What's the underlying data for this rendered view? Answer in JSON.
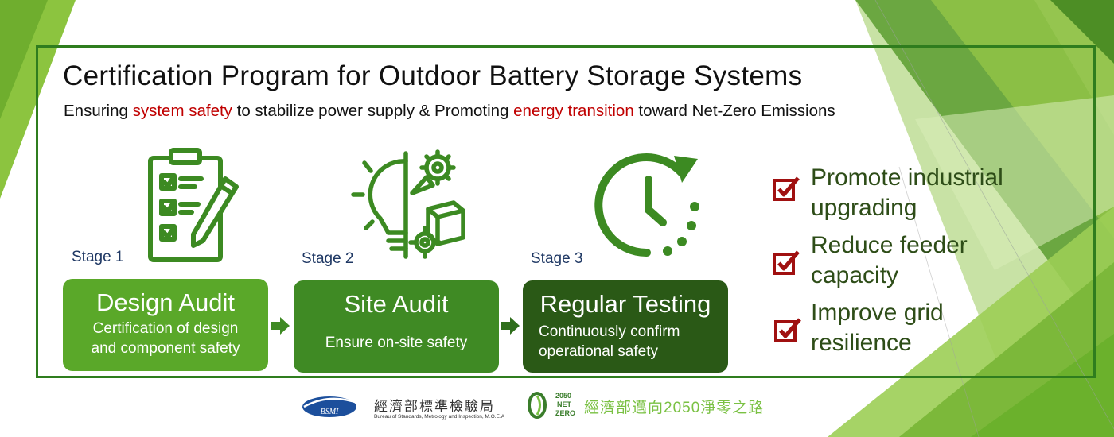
{
  "title": "Certification Program for Outdoor Battery Storage Systems",
  "subtitle": {
    "part1": "Ensuring ",
    "highlight1": "system safety",
    "part2": " to stabilize power supply & Promoting ",
    "highlight2": "energy transition",
    "part3": " toward Net-Zero Emissions"
  },
  "stages": [
    {
      "label": "Stage 1",
      "heading": "Design Audit",
      "desc": "Certification of design\nand component  safety",
      "color": "#5aa829"
    },
    {
      "label": "Stage 2",
      "heading": "Site Audit",
      "desc": "Ensure on-site safety",
      "color": "#3f8a24"
    },
    {
      "label": "Stage 3",
      "heading": "Regular Testing",
      "desc": "Continuously  confirm\noperational safety",
      "color": "#2a5916"
    }
  ],
  "benefits": [
    "Promote industrial\nupgrading",
    "Reduce feeder\ncapacity",
    "Improve grid\nresilience"
  ],
  "logos": {
    "bsmi_abbr": "BSMI",
    "bsmi_cn": "經濟部標準檢驗局",
    "bsmi_en": "Bureau of Standards, Metrology and Inspection, M.O.E.A",
    "netzero_year": "2050",
    "netzero_net": "NET",
    "netzero_zero": "ZERO",
    "netzero_cn": "經濟部邁向2050淨零之路"
  },
  "colors": {
    "frame": "#2f7d1e",
    "highlight": "#c00000",
    "check": "#a01010",
    "icon_green": "#3c8a22"
  }
}
